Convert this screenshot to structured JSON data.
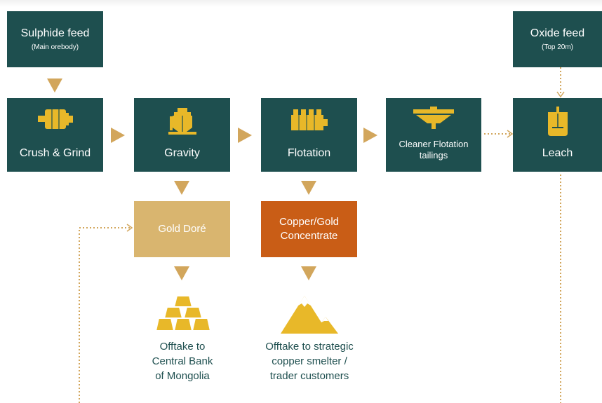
{
  "feeds": {
    "sulphide": {
      "title": "Sulphide feed",
      "subtitle": "(Main orebody)"
    },
    "oxide": {
      "title": "Oxide feed",
      "subtitle": "(Top 20m)"
    }
  },
  "stages": {
    "crush_grind": "Crush & Grind",
    "gravity": "Gravity",
    "flotation": "Flotation",
    "cleaner_line1": "Cleaner Flotation",
    "cleaner_line2": "tailings",
    "leach": "Leach"
  },
  "products": {
    "gold_dore": "Gold Doré",
    "concentrate_line1": "Copper/Gold",
    "concentrate_line2": "Concentrate"
  },
  "offtakes": {
    "gold": [
      "Offtake to",
      "Central Bank",
      "of Mongolia"
    ],
    "copper": [
      "Offtake to strategic",
      "copper smelter /",
      "trader customers"
    ]
  },
  "colors": {
    "teal": "#1e4f4f",
    "gold": "#d9b56f",
    "arrow": "#d2a65c",
    "orange": "#c95d16",
    "icon_yellow": "#e8b829"
  }
}
